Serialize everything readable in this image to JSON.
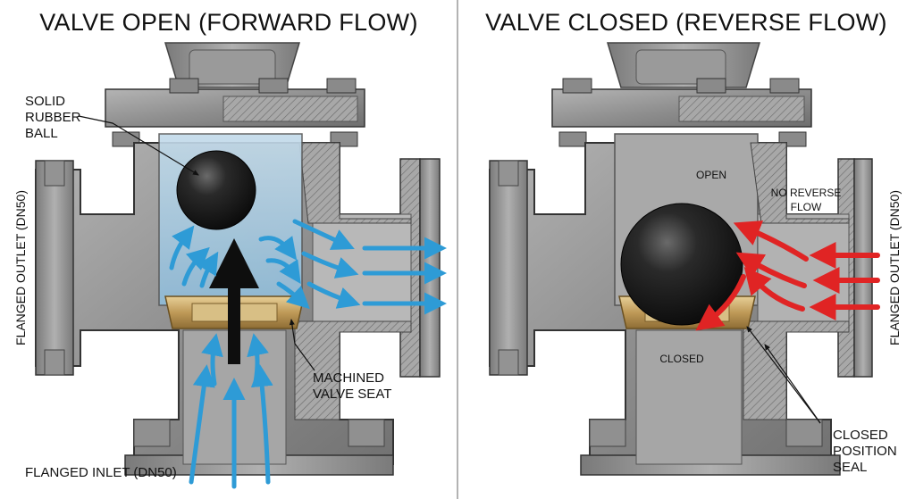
{
  "titles": {
    "left": "VALVE OPEN (FORWARD FLOW)",
    "right": "VALVE CLOSED (REVERSE FLOW)"
  },
  "left_labels": {
    "ball_line1": "SOLID",
    "ball_line2": "RUBBER",
    "ball_line3": "BALL",
    "outlet": "FLANGED OUTLET (DN50)",
    "inlet": "FLANGED INLET (DN50)",
    "seat_line1": "MACHINED",
    "seat_line2": "VALVE SEAT"
  },
  "right_labels": {
    "open": "OPEN",
    "no_reverse_line1": "NO REVERSE",
    "no_reverse_line2": "FLOW",
    "outlet": "FLANGED OUTLET (DN50)",
    "closed": "CLOSED",
    "seal_line1": "CLOSED",
    "seal_line2": "POSITION",
    "seal_line3": "SEAL"
  },
  "colors": {
    "forward_flow": "#2e9bd6",
    "reverse_flow": "#e02424",
    "body_metal": "#8f8f8f",
    "seat_brass": "#c9a86a",
    "ball": "#1c1c1c",
    "water": "#a9cde6"
  }
}
